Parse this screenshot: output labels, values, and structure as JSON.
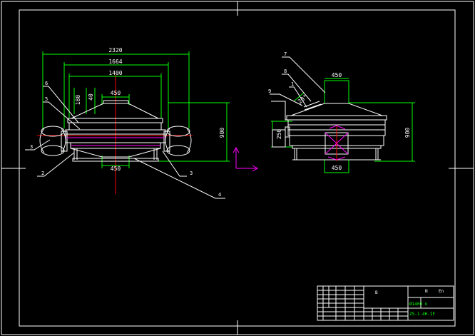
{
  "front_view": {
    "dim_top_1": "2320",
    "dim_top_2": "1664",
    "dim_top_3": "1400",
    "dim_top_4": "450",
    "dim_small_a": "180",
    "dim_small_b": "40",
    "dim_bottom": "450",
    "dim_height": "900",
    "labels": {
      "l1": "6",
      "l2": "5",
      "l3": "3",
      "l4": "2",
      "l5": "3",
      "l6": "4"
    }
  },
  "side_view": {
    "dim_top": "450",
    "dim_bottom": "450",
    "dim_height": "900",
    "dim_left": "250",
    "dim_angle": "20°",
    "labels": {
      "l1": "7",
      "l2": "8",
      "l3": "9",
      "l4": "1"
    }
  },
  "title_block": {
    "top_small": "B",
    "right_top_a": "N",
    "right_top_b": "En",
    "model_size": "Ø1400 n",
    "model_code": "ZS-1.4H-IF"
  },
  "colors": {
    "frame": "#ffffff",
    "drawing": "#ffffff",
    "dimension": "#00ff00",
    "centerline": "#ff0000",
    "accent": "#ff00ff"
  }
}
